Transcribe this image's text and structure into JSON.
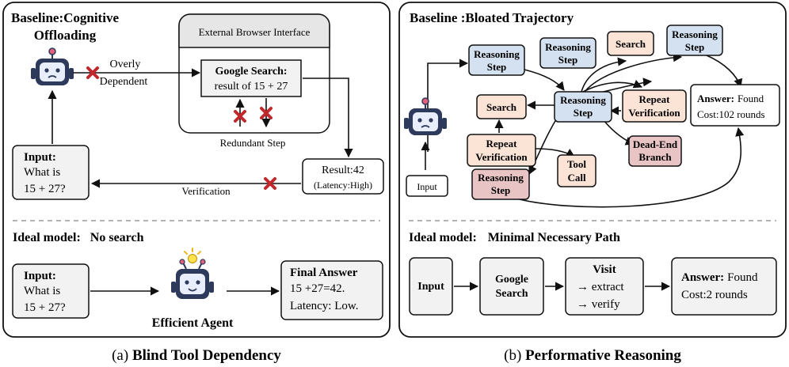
{
  "panel_a": {
    "title_line1": "Baseline:Cognitive",
    "title_line2": "Offloading",
    "browser_title": "External Browser Interface",
    "google_title": "Google Search:",
    "google_sub": "result of 15 + 27",
    "overly_line1": "Overly",
    "overly_line2": "Dependent",
    "redundant": "Redundant Step",
    "input_title": "Input:",
    "input_line1": "What is",
    "input_line2": "15 + 27?",
    "result_line1": "Result:42",
    "result_line2": "(Latency:High)",
    "verification": "Verification",
    "ideal_label": "Ideal model:",
    "ideal_value": "No search",
    "ideal_input_title": "Input:",
    "ideal_input_line1": "What is",
    "ideal_input_line2": "15 + 27?",
    "agent_label": "Efficient Agent",
    "final_title": "Final Answer",
    "final_line1": "15 +27=42.",
    "final_line2": "Latency: Low.",
    "caption_prefix": "(a) ",
    "caption_bold": "Blind Tool Dependency"
  },
  "panel_b": {
    "title": "Baseline :Bloated Trajectory",
    "reasoning": "Reasoning",
    "step": "Step",
    "search": "Search",
    "repeat": "Repeat",
    "verification": "Verification",
    "tool": "Tool",
    "call": "Call",
    "dead_end": "Dead-End",
    "branch": "Branch",
    "answer_bold": "Answer:",
    "answer_found": "Found",
    "answer_cost": "Cost:102 rounds",
    "input": "Input",
    "ideal_label": "Ideal model:",
    "ideal_value": "Minimal Necessary Path",
    "ideal_input": "Input",
    "google_line1": "Google",
    "google_line2": "Search",
    "visit_title": "Visit",
    "visit_line1": "→ extract",
    "visit_line2": "→ verify",
    "final_answer_bold": "Answer:",
    "final_answer_found": "Found",
    "final_answer_cost": "Cost:2 rounds",
    "caption_prefix": "(b) ",
    "caption_bold": "Performative Reasoning"
  },
  "colors": {
    "blue": "#d4e1f1",
    "peach": "#fbe3d6",
    "rose": "#e8c4c4",
    "gray": "#f2f2f2",
    "browser_gray": "#e6e6e6",
    "cross_red": "#c0282b",
    "robot_navy": "#2e3a5c"
  }
}
